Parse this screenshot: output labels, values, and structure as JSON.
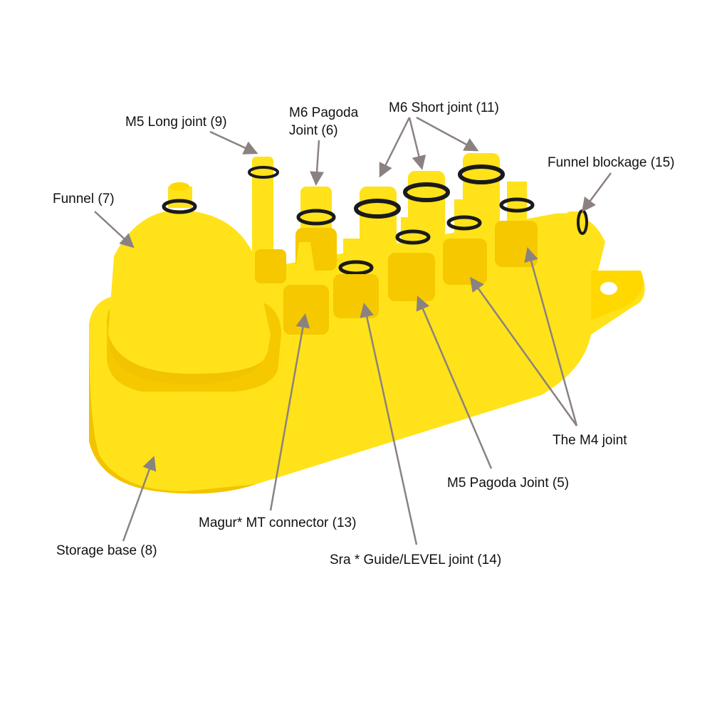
{
  "colors": {
    "body": "#ffe21a",
    "shade": "#f2c300",
    "dark": "#e0a800",
    "oring": "#1a1a1a",
    "arrow": "#8a8280"
  },
  "labels": {
    "m5_long": "M5 Long joint (9)",
    "m6_pagoda_1": "M6 Pagoda",
    "m6_pagoda_2": "Joint (6)",
    "m6_short": "M6 Short joint (11)",
    "funnel_blockage": "Funnel blockage (15)",
    "funnel": "Funnel (7)",
    "m4": "The M4 joint",
    "m5_pagoda": "M5 Pagoda Joint (5)",
    "magur": "Magur* MT connector (13)",
    "storage_base": "Storage base (8)",
    "sra": "Sra * Guide/LEVEL joint (14)"
  }
}
